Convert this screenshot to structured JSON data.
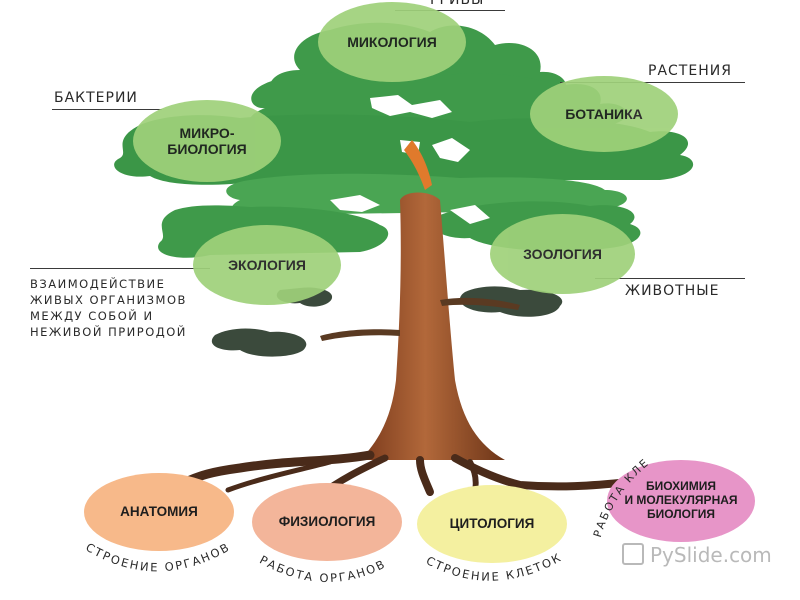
{
  "branches": {
    "mycology": "МИКОЛОГИЯ",
    "microbiology": "МИКРО-\nБИОЛОГИЯ",
    "botany": "БОТАНИКА",
    "ecology": "ЭКОЛОГИЯ",
    "zoology": "ЗООЛОГИЯ"
  },
  "side_labels": {
    "fungi": "ГРИБЫ",
    "bacteria": "БАКТЕРИИ",
    "plants": "РАСТЕНИЯ",
    "animals": "ЖИВОТНЫЕ",
    "ecology_desc": [
      "ВЗАИМОДЕЙСТВИЕ",
      "ЖИВЫХ ОРГАНИЗМОВ",
      "МЕЖДУ СОБОЙ И",
      "НЕЖИВОЙ ПРИРОДОЙ"
    ]
  },
  "roots": {
    "anatomy": {
      "title": "АНАТОМИЯ",
      "caption": "СТРОЕНИЕ ОРГАНОВ"
    },
    "physiology": {
      "title": "ФИЗИОЛОГИЯ",
      "caption": "РАБОТА ОРГАНОВ"
    },
    "cytology": {
      "title": "ЦИТОЛОГИЯ",
      "caption": "СТРОЕНИЕ КЛЕТОК"
    },
    "biochem": {
      "title": "БИОХИМИЯ\nИ МОЛЕКУЛЯРНАЯ\nБИОЛОГИЯ",
      "caption": "РАБОТА КЛЕТОК"
    }
  },
  "watermark": "PyЅlide.com",
  "colors": {
    "foliage": "#3f9a4a",
    "trunk": "#a4582f",
    "roots": "#4a2b1a"
  }
}
